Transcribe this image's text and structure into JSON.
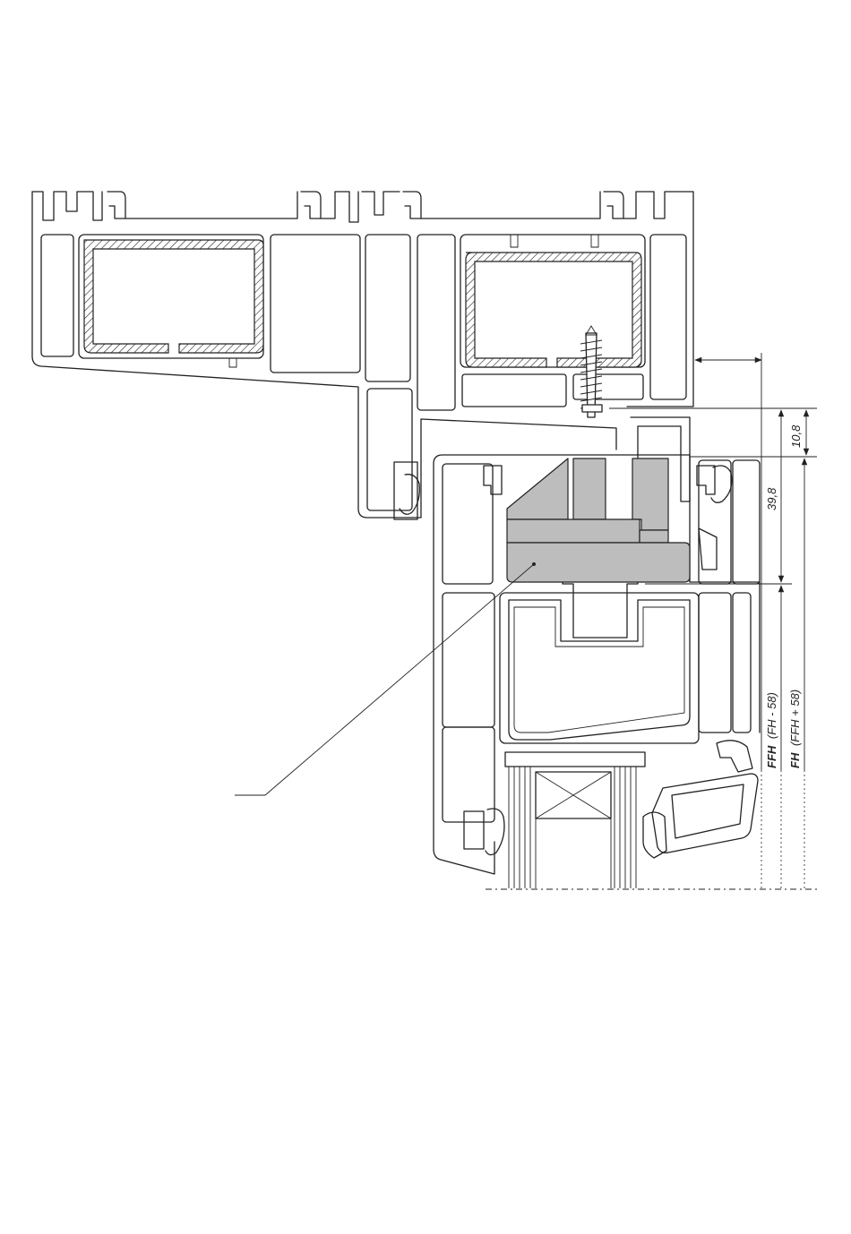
{
  "dimensions": {
    "top_gap": "10,8",
    "overlap": "39,8",
    "ffh_label": "FFH",
    "ffh_formula": "(FH - 58)",
    "fh_label": "FH",
    "fh_formula": "(FFH + 58)"
  },
  "colors": {
    "line": "#222222",
    "gray_part": "#bdbdbd",
    "background": "#ffffff"
  }
}
